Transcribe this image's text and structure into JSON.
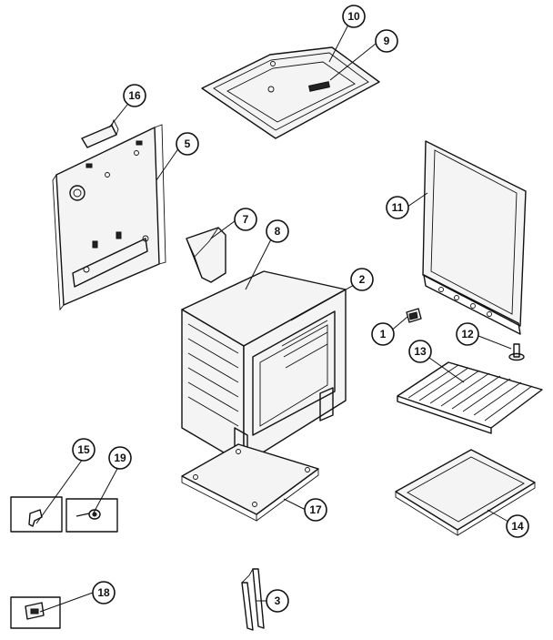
{
  "callouts": {
    "c1": "1",
    "c2": "2",
    "c3": "3",
    "c5": "5",
    "c7": "7",
    "c8": "8",
    "c9": "9",
    "c10": "10",
    "c11": "11",
    "c12": "12",
    "c13": "13",
    "c14": "14",
    "c15": "15",
    "c16": "16",
    "c17": "17",
    "c18": "18",
    "c19": "19"
  }
}
